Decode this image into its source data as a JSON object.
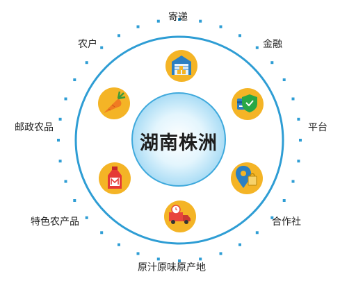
{
  "center": {
    "title": "湖南株洲"
  },
  "labels": {
    "top": "寄递",
    "top_right": "金融",
    "right": "平台",
    "bottom_right": "合作社",
    "bottom": "原汁原味原产地",
    "bottom_left": "特色农产品",
    "left": "邮政农品",
    "top_left": "农户"
  },
  "icons": [
    "warehouse-icon",
    "credit-card-shield-icon",
    "location-pin-bag-icon",
    "delivery-truck-icon",
    "milk-bottle-icon",
    "carrot-icon"
  ],
  "colors": {
    "ring": "#2e9dd4",
    "dots": "#2e9dd4",
    "center_fill": "#bfe6fa",
    "icon_circle": "#f4b426"
  }
}
